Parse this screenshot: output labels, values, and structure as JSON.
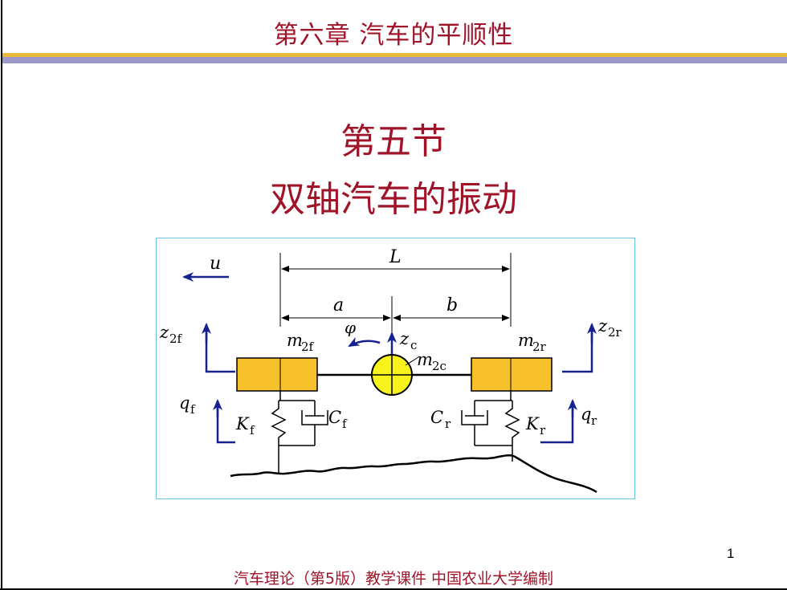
{
  "slide": {
    "chapter_header": "第六章   汽车的平顺性",
    "section_number": "第五节",
    "section_title": "双轴汽车的振动",
    "page_number": "1",
    "footer": "汽车理论（第5版）教学课件   中国农业大学编制"
  },
  "figure": {
    "labels": {
      "u": "u",
      "L": "L",
      "a": "a",
      "b": "b",
      "phi": "φ",
      "z_2f": "z",
      "z_2f_sub": "2f",
      "m_2f": "m",
      "m_2f_sub": "2f",
      "z_c": "z",
      "z_c_sub": "c",
      "m_2c": "m",
      "m_2c_sub": "2c",
      "m_2r": "m",
      "m_2r_sub": "2r",
      "z_2r": "z",
      "z_2r_sub": "2r",
      "q_f": "q",
      "q_f_sub": "f",
      "K_f": "K",
      "K_f_sub": "f",
      "C_f": "C",
      "C_f_sub": "f",
      "C_r": "C",
      "C_r_sub": "r",
      "K_r": "K",
      "K_r_sub": "r",
      "q_r": "q",
      "q_r_sub": "r"
    },
    "colors": {
      "mass_block": "#f6c12a",
      "center_mass": "#f7f21c",
      "arrow_blue": "#14218f",
      "frame_border": "#6cc3e6"
    }
  }
}
